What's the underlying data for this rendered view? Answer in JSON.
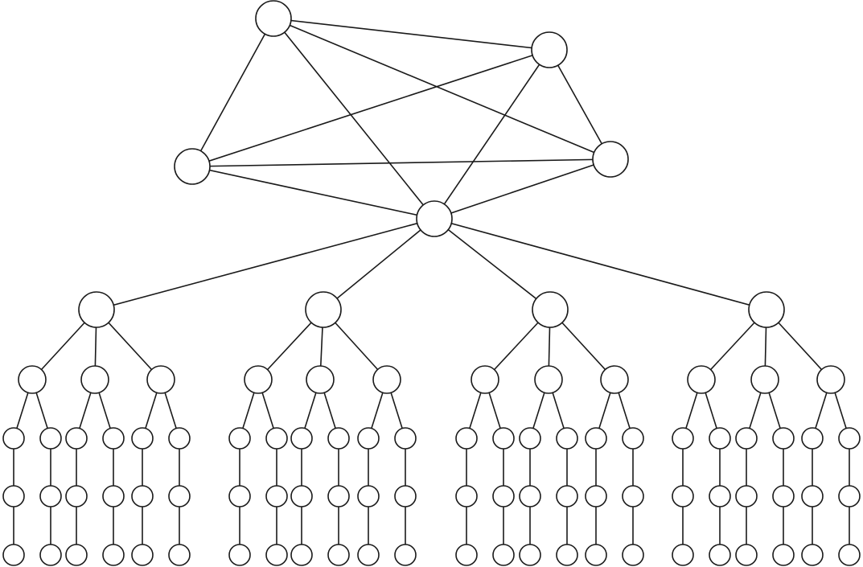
{
  "diagram": {
    "type": "network-topology",
    "description_visible_text": "",
    "colors": {
      "stroke": "#1a1a1a",
      "node_fill": "#ffffff",
      "background": "#ffffff"
    },
    "core_mesh": {
      "node_count": 5,
      "hub_index": 4,
      "edges": [
        [
          0,
          1
        ],
        [
          0,
          2
        ],
        [
          0,
          3
        ],
        [
          0,
          4
        ],
        [
          1,
          2
        ],
        [
          1,
          3
        ],
        [
          1,
          4
        ],
        [
          2,
          3
        ],
        [
          2,
          4
        ],
        [
          3,
          4
        ]
      ]
    },
    "tree": {
      "branches_from_hub": 4,
      "children_per_branch": 3,
      "leaves_per_child": 2,
      "chain_depth_below_leaf": 2
    }
  }
}
